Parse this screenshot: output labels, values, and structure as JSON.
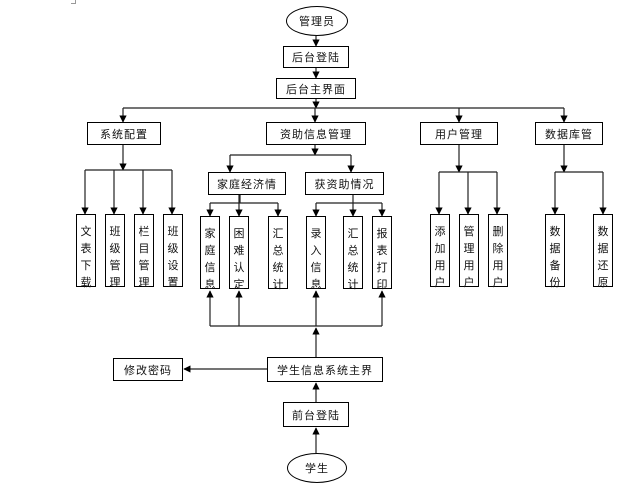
{
  "diagram": {
    "admin": "管理员",
    "backend_login": "后台登陆",
    "backend_main": "后台主界面",
    "modules": [
      {
        "label": "系统配置",
        "children": [
          "文表下载",
          "班级管理",
          "栏目管理",
          "班级设置"
        ]
      },
      {
        "label": "资助信息管理",
        "subgroups": [
          {
            "label": "家庭经济情",
            "children": [
              "家庭信息",
              "困难认定",
              "汇总统计"
            ]
          },
          {
            "label": "获资助情况",
            "children": [
              "录入信息",
              "汇总统计",
              "报表打印"
            ]
          }
        ]
      },
      {
        "label": "用户管理",
        "children": [
          "添加用户",
          "管理用户",
          "删除用户"
        ]
      },
      {
        "label": "数据库管",
        "children": [
          "数据备份",
          "数据还原"
        ]
      }
    ],
    "student_main": "学生信息系统主界",
    "change_password": "修改密码",
    "frontend_login": "前台登陆",
    "student": "学生"
  }
}
